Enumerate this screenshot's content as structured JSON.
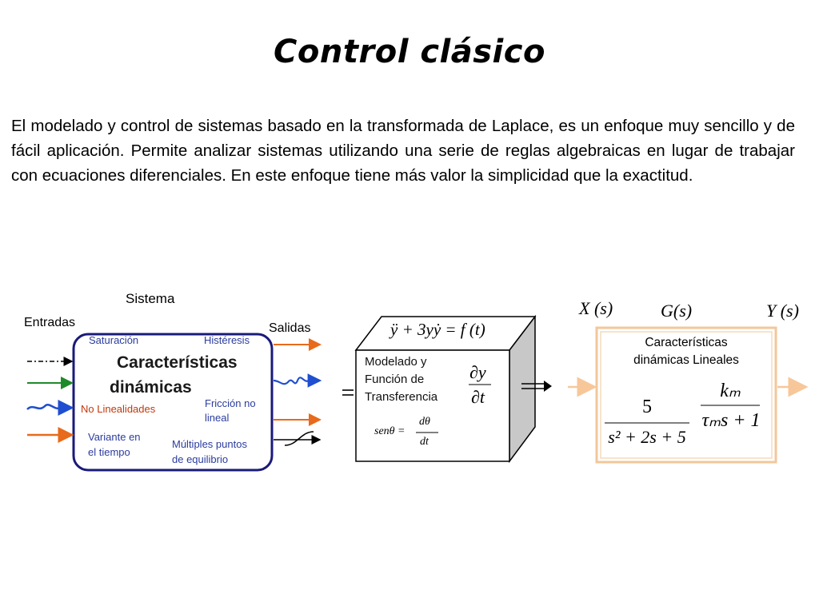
{
  "slide": {
    "title": "Control clásico",
    "paragraph": "El modelado y control de sistemas basado en la transformada de Laplace, es un enfoque muy sencillo y de fácil aplicación. Permite analizar sistemas utilizando una serie de reglas algebraicas en lugar de trabajar con ecuaciones diferenciales. En este enfoque tiene más valor la simplicidad que la exactitud."
  },
  "system_block": {
    "label": "Sistema",
    "inputs_label": "Entradas",
    "outputs_label": "Salidas",
    "saturation": "Saturación",
    "hysteresis": "Histéresis",
    "main_line1": "Características",
    "main_line2": "dinámicas",
    "nonlinearities": "No Linealidades",
    "friction_line1": "Fricción no",
    "friction_line2": "lineal",
    "time_variant_line1": "Variante en",
    "time_variant_line2": "el tiempo",
    "equilibrium_line1": "Múltiples puntos",
    "equilibrium_line2": "de  equilibrio"
  },
  "model_cube": {
    "equation": "ÿ + 3yẏ = f (t)",
    "text_line1": "Modelado y",
    "text_line2": "Función de",
    "text_line3": "Transferencia",
    "partial_num": "∂y",
    "partial_den": "∂t",
    "sin_lhs": "senθ =",
    "sin_num": "dθ",
    "sin_den": "dt"
  },
  "transfer_block": {
    "input_signal": "X (s)",
    "transfer_function": "G(s)",
    "output_signal": "Y (s)",
    "text_line1": "Características",
    "text_line2": "dinámicas Lineales",
    "tf1_num": "5",
    "tf1_den": "s² + 2s + 5",
    "tf2_num": "kₘ",
    "tf2_den": "τₘs + 1"
  },
  "colors": {
    "box_border": "#1a1a7a",
    "arrow_orange": "#e86a1c",
    "arrow_green": "#1e8a2a",
    "arrow_blue": "#1f4fd0",
    "tf_border": "#f2c79a",
    "tf_arrow": "#f7c79a",
    "label_blue": "#2b3c9e",
    "label_red": "#c0390b"
  }
}
